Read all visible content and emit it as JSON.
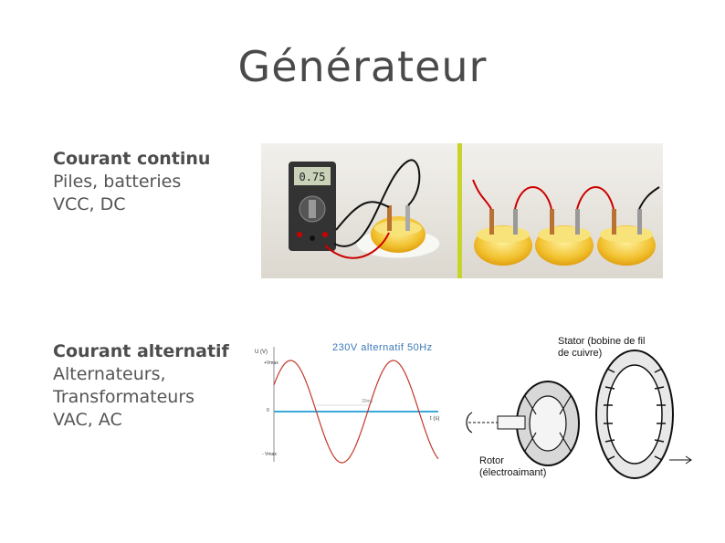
{
  "slide": {
    "title": "Générateur"
  },
  "dc": {
    "heading": "Courant continu",
    "line1": "Piles, batteries",
    "line2": "VCC, DC",
    "multimeter_display": "0.75"
  },
  "ac": {
    "heading": "Courant alternatif",
    "line1": "Alternateurs,",
    "line2": "Transformateurs",
    "line3": "VAC, AC"
  },
  "sine_figure": {
    "title": "230V alternatif 50Hz",
    "ylabel": "U (V)",
    "xlabel": "t (s)",
    "period_label": "20ms",
    "tick_top": "+Vmax",
    "tick_mid": "0",
    "tick_bot": "- Vmax"
  },
  "generator_figure": {
    "stator_label": "Stator (bobine de fil\nde cuivre)",
    "rotor_label": "Rotor\n(électroaimant)"
  },
  "colors": {
    "sine_curve": "#c0392b",
    "axis_line": "#3aa8d8",
    "divider": "#c8d42a"
  }
}
